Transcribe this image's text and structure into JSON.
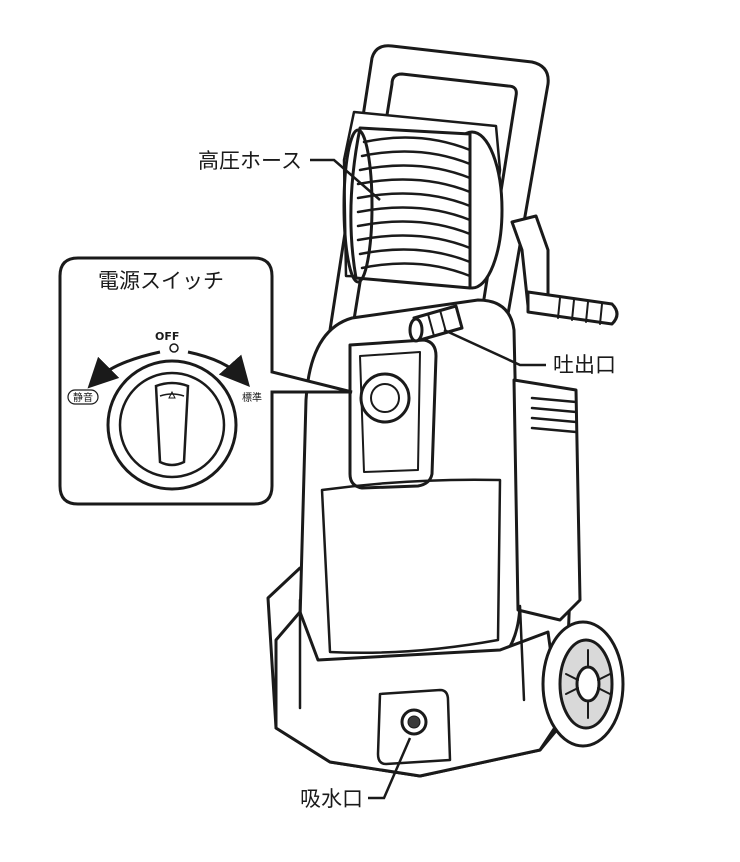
{
  "labels": {
    "high_pressure_hose": "高圧ホース",
    "outlet": "吐出口",
    "inlet": "吸水口"
  },
  "inset": {
    "title": "電源スイッチ",
    "off": "OFF",
    "quiet": "静音",
    "standard": "標準"
  },
  "colors": {
    "line": "#1a1a1a",
    "body_fill": "#ffffff",
    "shade": "#d9d9d9",
    "dark": "#3a3a3a"
  }
}
